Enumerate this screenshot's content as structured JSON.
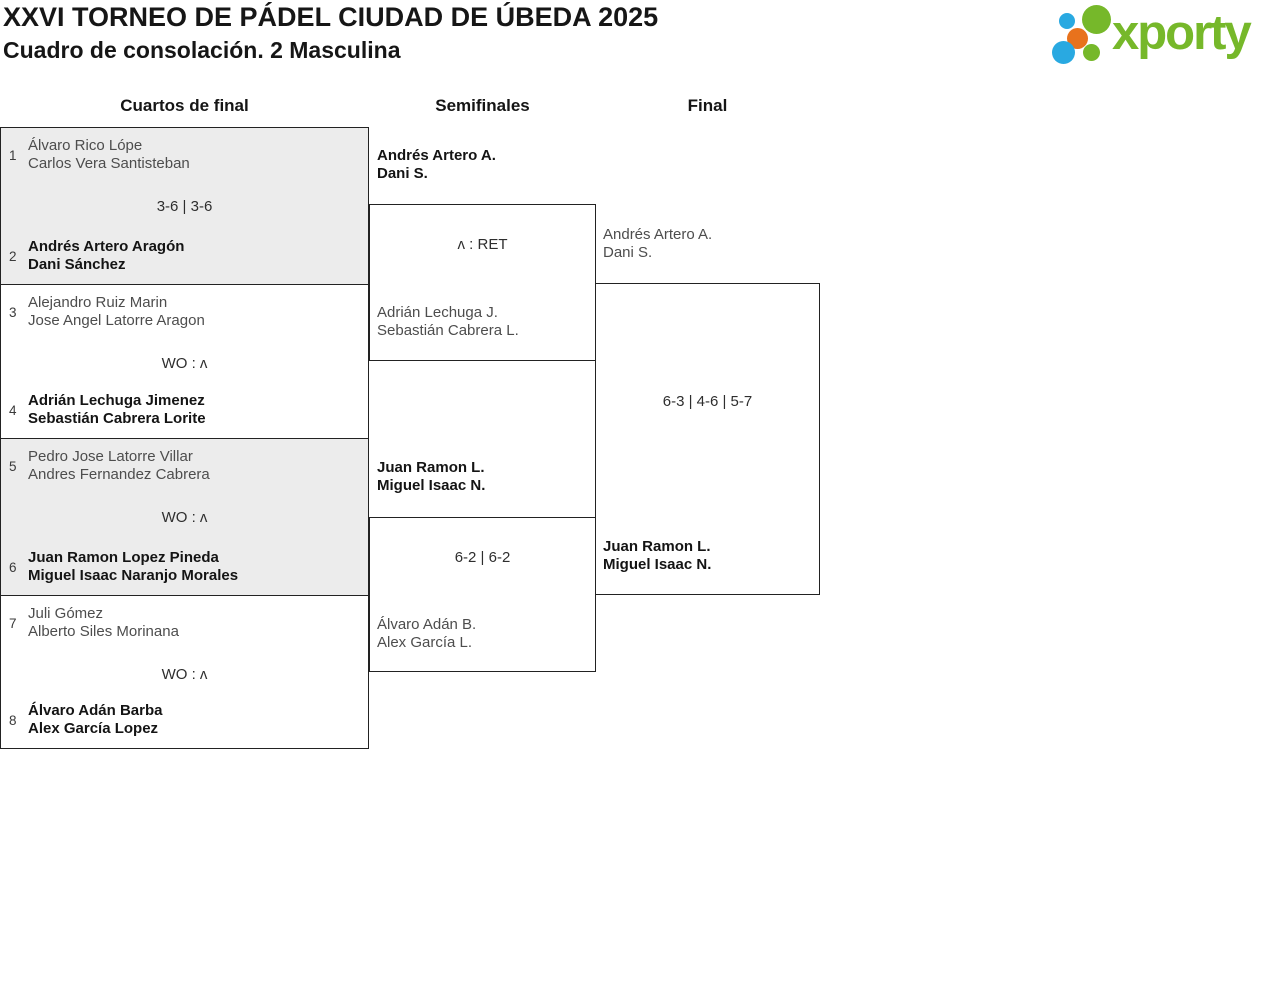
{
  "header": {
    "title": "XXVI TORNEO DE PÁDEL CIUDAD DE ÚBEDA 2025",
    "subtitle": "Cuadro de consolación. 2 Masculina"
  },
  "logo": {
    "brand": "xporty",
    "colors": {
      "green": "#76b82a",
      "blue": "#29a9e1",
      "orange": "#e8721c"
    }
  },
  "columns": {
    "quarterfinals": "Cuartos de final",
    "semifinals": "Semifinales",
    "final": "Final"
  },
  "bracket": {
    "quarterfinals": [
      {
        "seed_top": "1",
        "team_top": [
          "Álvaro Rico Lópe",
          "Carlos Vera Santisteban"
        ],
        "top_winner": false,
        "score": "3-6 | 3-6",
        "seed_bottom": "2",
        "team_bottom": [
          "Andrés Artero Aragón",
          "Dani Sánchez"
        ],
        "bottom_winner": true
      },
      {
        "seed_top": "3",
        "team_top": [
          "Alejandro Ruiz Marin",
          "Jose Angel Latorre Aragon"
        ],
        "top_winner": false,
        "score": "WO : ʌ",
        "seed_bottom": "4",
        "team_bottom": [
          "Adrián Lechuga Jimenez",
          "Sebastián Cabrera Lorite"
        ],
        "bottom_winner": true
      },
      {
        "seed_top": "5",
        "team_top": [
          "Pedro Jose Latorre Villar",
          "Andres Fernandez Cabrera"
        ],
        "top_winner": false,
        "score": "WO : ʌ",
        "seed_bottom": "6",
        "team_bottom": [
          "Juan Ramon Lopez Pineda",
          "Miguel Isaac Naranjo Morales"
        ],
        "bottom_winner": true
      },
      {
        "seed_top": "7",
        "team_top": [
          "Juli Gómez",
          "Alberto Siles Morinana"
        ],
        "top_winner": false,
        "score": "WO : ʌ",
        "seed_bottom": "8",
        "team_bottom": [
          "Álvaro Adán Barba",
          "Alex García Lopez"
        ],
        "bottom_winner": true
      }
    ],
    "semifinals": [
      {
        "team_top": [
          "Andrés Artero A.",
          "Dani S."
        ],
        "top_winner": true,
        "score": "ʌ : RET",
        "team_bottom": [
          "Adrián Lechuga J.",
          "Sebastián Cabrera L."
        ],
        "bottom_winner": false
      },
      {
        "team_top": [
          "Juan Ramon L.",
          "Miguel Isaac N."
        ],
        "top_winner": true,
        "score": "6-2 | 6-2",
        "team_bottom": [
          "Álvaro Adán B.",
          "Alex García L."
        ],
        "bottom_winner": false
      }
    ],
    "final": {
      "team_top": [
        "Andrés Artero A.",
        "Dani S."
      ],
      "top_winner": false,
      "score": "6-3 | 4-6 | 5-7",
      "team_bottom": [
        "Juan Ramon L.",
        "Miguel Isaac N."
      ],
      "bottom_winner": true
    }
  }
}
